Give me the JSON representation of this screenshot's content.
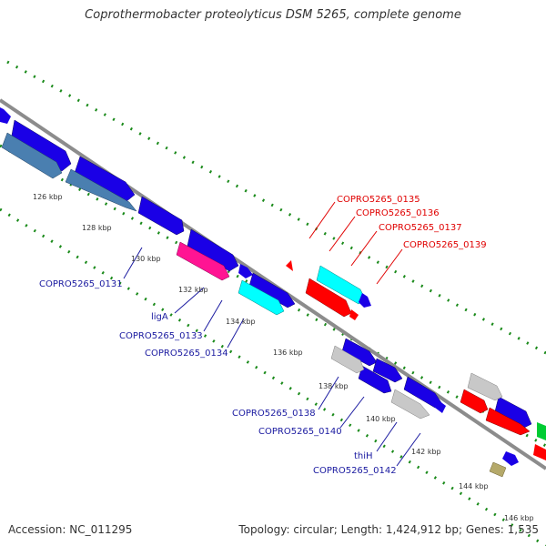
{
  "title": "Coprothermobacter proteolyticus DSM 5265, complete genome",
  "footer": {
    "accession": "Accession: NC_011295",
    "summary": "Topology: circular; Length: 1,424,912 bp; Genes: 1,535"
  },
  "colors": {
    "forward_gene": "#1a00e6",
    "reverse_gene": "#4a7fb0",
    "highlight_gene": "#ff0000",
    "ligase_gene": "#ff1493",
    "cyan_gene": "#00ffff",
    "grey_gene": "#c8c8c8",
    "green_gene": "#00cc33",
    "tan_gene": "#b5a96a",
    "dotted_track": "#1a8a1a",
    "backbone": "#808080"
  },
  "scale_ticks": [
    {
      "label": "126 kbp"
    },
    {
      "label": "128 kbp"
    },
    {
      "label": "130 kbp"
    },
    {
      "label": "132 kbp"
    },
    {
      "label": "134 kbp"
    },
    {
      "label": "136 kbp"
    },
    {
      "label": "138 kbp"
    },
    {
      "label": "140 kbp"
    },
    {
      "label": "142 kbp"
    },
    {
      "label": "144 kbp"
    },
    {
      "label": "146 kbp"
    }
  ],
  "gene_labels": {
    "copro_0131": "COPRO5265_0131",
    "ligA": "ligA",
    "copro_0133": "COPRO5265_0133",
    "copro_0134": "COPRO5265_0134",
    "copro_0138": "COPRO5265_0138",
    "copro_0140": "COPRO5265_0140",
    "thiH": "thiH",
    "copro_0142": "COPRO5265_0142",
    "copro_0135": "COPRO5265_0135",
    "copro_0136": "COPRO5265_0136",
    "copro_0137": "COPRO5265_0137",
    "copro_0139": "COPRO5265_0139"
  }
}
